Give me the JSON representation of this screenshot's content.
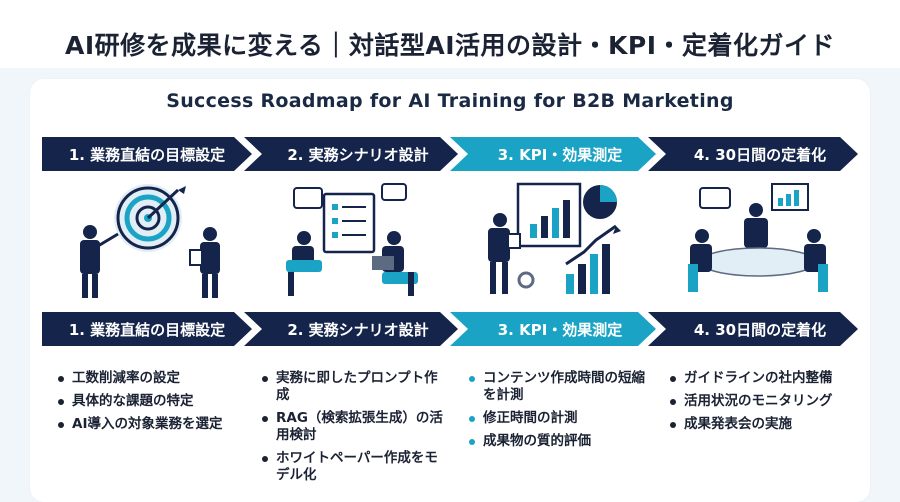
{
  "title": "AI研修を成果に変える｜対話型AI活用の設計・KPI・定着化ガイド",
  "subtitle": "Success Roadmap for AI Training for B2B Marketing",
  "colors": {
    "navy": "#14244a",
    "teal": "#1aa3c4",
    "background": "#f1f6fa"
  },
  "steps": [
    {
      "label": "1. 業務直結の目標設定",
      "icon": "target-with-presenters-icon",
      "bullets": [
        "工数削減率の設定",
        "具体的な課題の特定",
        "AI導入の対象業務を選定"
      ]
    },
    {
      "label": "2. 実務シナリオ設計",
      "icon": "scenario-planning-laptops-icon",
      "bullets": [
        "実務に即したプロンプト作成",
        "RAG（検索拡張生成）の活用検討",
        "ホワイトペーパー作成をモデル化"
      ]
    },
    {
      "label": "3. KPI・効果測定",
      "icon": "kpi-chart-presentation-icon",
      "bullets": [
        "コンテンツ作成時間の短縮を計測",
        "修正時間の計測",
        "成果物の質的評価"
      ]
    },
    {
      "label": "4. 30日間の定着化",
      "icon": "team-meeting-icon",
      "bullets": [
        "ガイドラインの社内整備",
        "活用状況のモニタリング",
        "成果発表会の実施"
      ]
    }
  ]
}
